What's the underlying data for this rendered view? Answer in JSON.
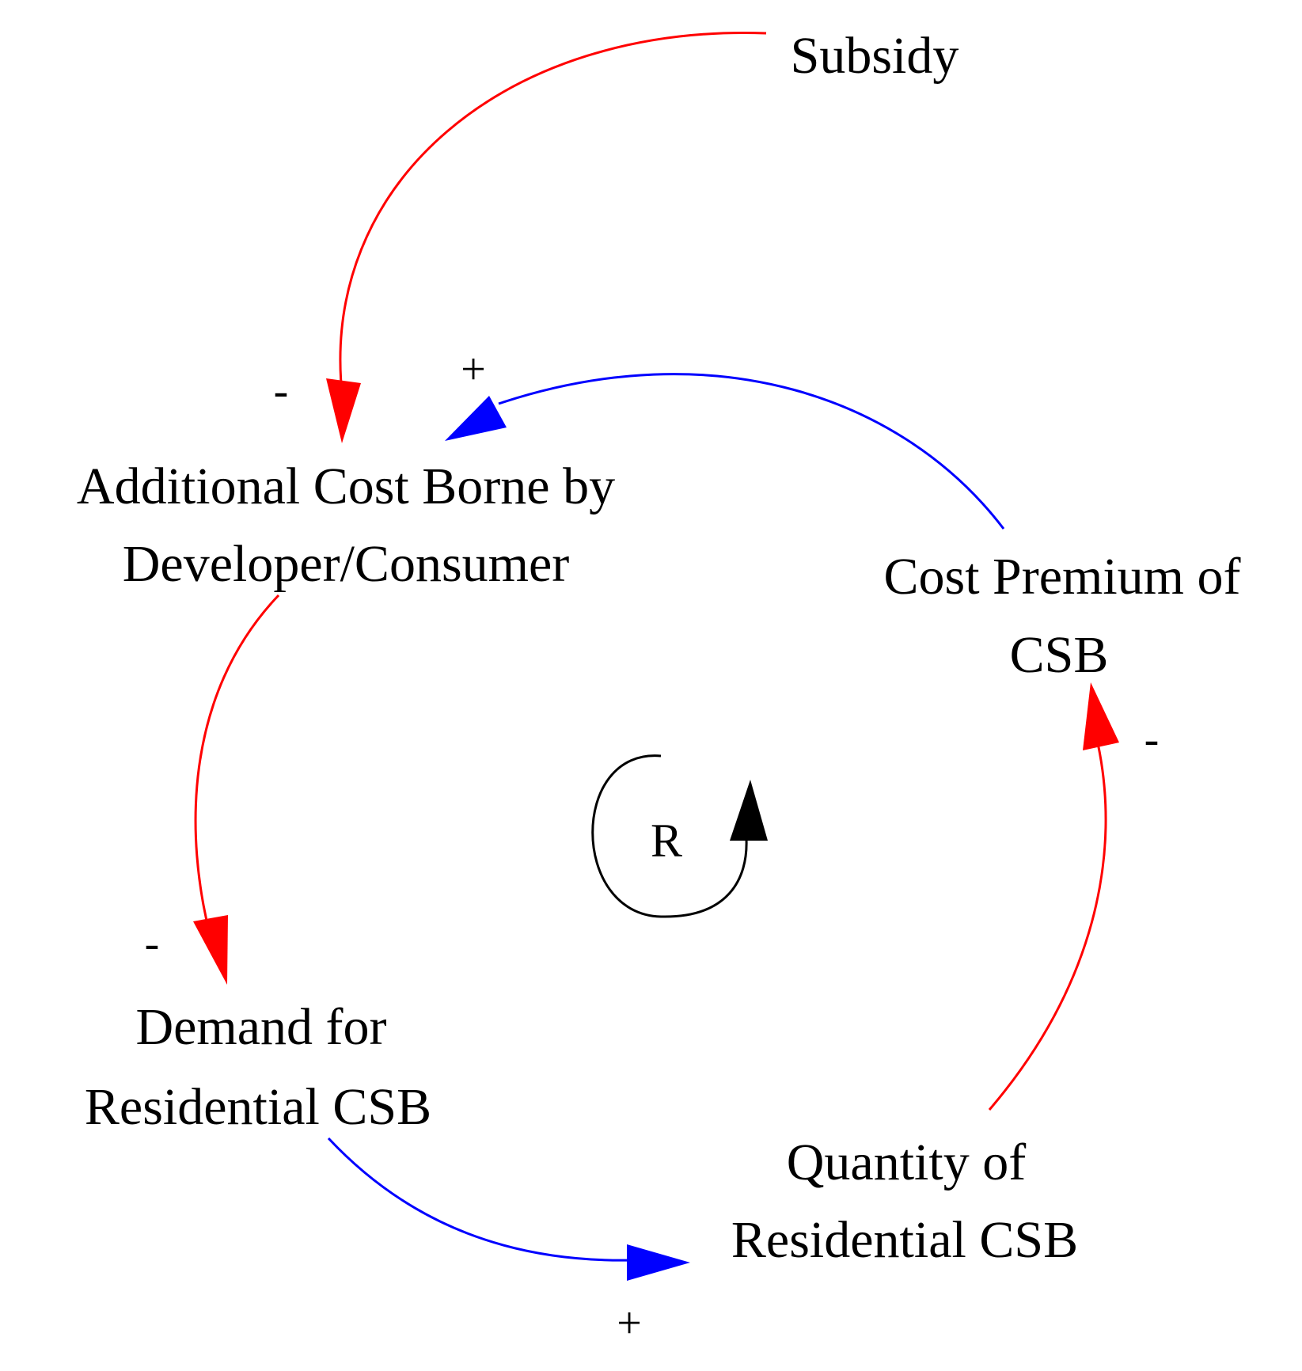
{
  "nodes": {
    "subsidy": {
      "lines": [
        "Subsidy"
      ]
    },
    "additional_cost": {
      "lines": [
        "Additional Cost Borne by",
        "Developer/Consumer"
      ]
    },
    "cost_premium": {
      "lines": [
        "Cost Premium of",
        "CSB"
      ]
    },
    "demand": {
      "lines": [
        "Demand for",
        "Residential CSB"
      ]
    },
    "quantity": {
      "lines": [
        "Quantity of",
        "Residential CSB"
      ]
    }
  },
  "links": [
    {
      "from": "Subsidy",
      "to": "Additional Cost Borne by Developer/Consumer",
      "polarity": "-",
      "color": "#ff0000"
    },
    {
      "from": "Cost Premium of CSB",
      "to": "Additional Cost Borne by Developer/Consumer",
      "polarity": "+",
      "color": "#0000ff"
    },
    {
      "from": "Additional Cost Borne by Developer/Consumer",
      "to": "Demand for Residential CSB",
      "polarity": "-",
      "color": "#ff0000"
    },
    {
      "from": "Demand for Residential CSB",
      "to": "Quantity of Residential CSB",
      "polarity": "+",
      "color": "#0000ff"
    },
    {
      "from": "Quantity of Residential CSB",
      "to": "Cost Premium of CSB",
      "polarity": "-",
      "color": "#ff0000"
    }
  ],
  "loop": {
    "label": "R",
    "color": "#000000"
  },
  "colors": {
    "negative_link": "#ff0000",
    "positive_link": "#0000ff",
    "text": "#000000",
    "background": "#ffffff"
  }
}
